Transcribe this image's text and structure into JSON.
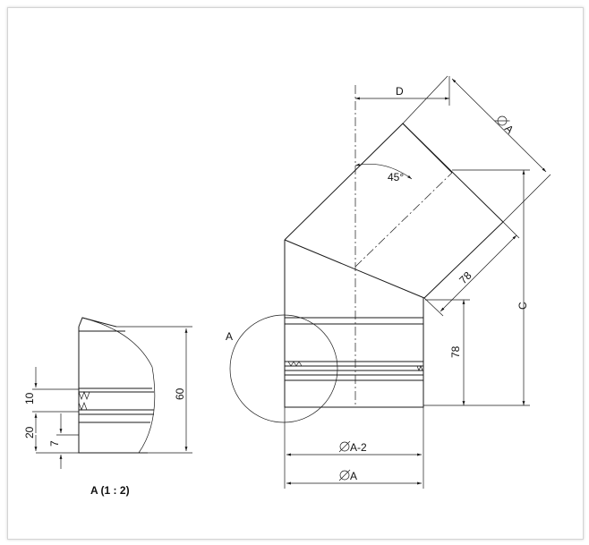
{
  "drawing": {
    "labels": {
      "D": "D",
      "dia_A_top": "A",
      "angle": "45°",
      "C": "C",
      "len_78_diag": "78",
      "len_78_vert": "78",
      "dia_A2": "A-2",
      "dia_A_bottom": "A",
      "detail_callout": "A",
      "detail_title": "A (1 : 2)",
      "dim_60": "60",
      "dim_10": "10",
      "dim_20": "20",
      "dim_7": "7"
    }
  }
}
